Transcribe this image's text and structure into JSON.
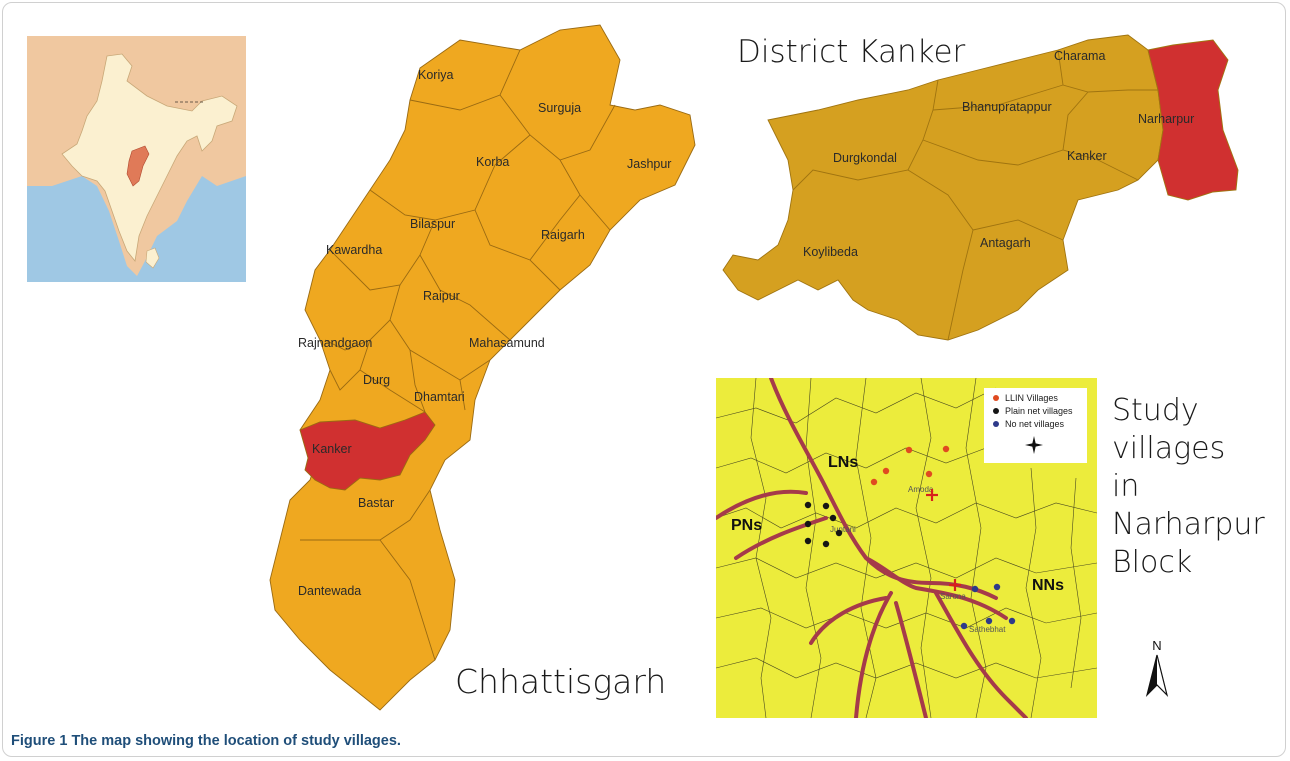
{
  "colors": {
    "chhattisgarh_fill": "#efa820",
    "kanker_fill": "#d03030",
    "district_fill": "#d5a020",
    "narharpur_fill": "#d03030",
    "block_bg": "#ecec3c",
    "river": "#a53a4a",
    "llin_dot": "#e04a20",
    "plain_dot": "#151515",
    "none_dot": "#2e3a8a",
    "caption": "#1f4e79",
    "sea": "#9fc8e4",
    "india_land": "#fbf0d0",
    "neighbour_land": "#f0c8a0"
  },
  "chhattisgarh": {
    "title": "Chhattisgarh",
    "districts": [
      "Koriya",
      "Surguja",
      "Jashpur",
      "Korba",
      "Bilaspur",
      "Raigarh",
      "Kawardha",
      "Raipur",
      "Rajnandgaon",
      "Mahasamund",
      "Durg",
      "Dhamtari",
      "Kanker",
      "Bastar",
      "Dantewada"
    ]
  },
  "kanker_district": {
    "title": "District Kanker",
    "blocks": [
      "Charama",
      "Narharpur",
      "Bhanupratappur",
      "Durgkondal",
      "Kanker",
      "Koylibeda",
      "Antagarh"
    ]
  },
  "narharpur_block": {
    "title_lines": [
      "Study",
      "villages",
      "in",
      "Narharpur",
      "Block"
    ],
    "legend": [
      {
        "label": "LLIN Villages",
        "color": "#e04a20"
      },
      {
        "label": "Plain net villages",
        "color": "#151515"
      },
      {
        "label": "No net villages",
        "color": "#2e3a8a"
      }
    ],
    "groups": [
      "LNs",
      "PNs",
      "NNs"
    ],
    "places": [
      "Amoda",
      "Juntani",
      "Sarona",
      "Sathebhat"
    ],
    "north_label": "N"
  },
  "caption": {
    "label": "Figure 1",
    "text": "The map showing the location of study villages."
  }
}
